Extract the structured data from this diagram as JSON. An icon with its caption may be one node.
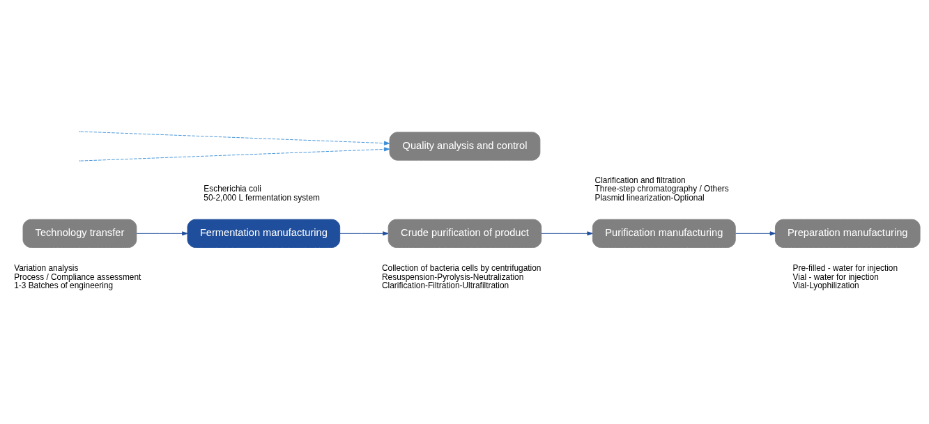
{
  "diagram": {
    "nodes": [
      {
        "text": [
          "Technology transfer"
        ],
        "beside": [
          "Variation analysis",
          "Process / Compliance assessment",
          "1-3 Batches of engineering"
        ]
      },
      {
        "text": [
          "Fermentation manufacturing"
        ],
        "beside": [
          "Escherichia coli",
          "50-2,000 L fermentation system"
        ]
      },
      {
        "text": [
          "Crude purification of product"
        ],
        "beside": [
          "Collection of bacteria cells by centrifugation",
          "Resuspension-Pyrolysis-Neutralization",
          "Clarification-Filtration-Ultrafiltration"
        ]
      },
      {
        "text": [
          "Purification manufacturing"
        ],
        "beside": [
          "Clarification and filtration",
          "Three-step chromatography / Others",
          "Plasmid linearization-Optional"
        ]
      },
      {
        "text": [
          "Preparation manufacturing"
        ],
        "beside": [
          "Pre-filled - water for injection",
          "Vial - water for injection",
          "Vial-Lyophilization"
        ]
      },
      {
        "text": [
          "Quality analysis and control"
        ]
      }
    ],
    "edges": [
      {
        "from": 0,
        "to": 1,
        "arrow": "to"
      },
      {
        "from": 1,
        "to": 2,
        "arrow": "to"
      },
      {
        "from": 2,
        "to": 3,
        "arrow": "to"
      },
      {
        "from": 3,
        "to": 4,
        "arrow": "to"
      },
      {
        "from": null,
        "to": 5,
        "arrow": "to",
        "style": "dashed",
        "color": "#3b8ed8"
      },
      {
        "from": null,
        "to": 5,
        "arrow": "to",
        "style": "dashed",
        "color": "#3b8ed8"
      }
    ]
  }
}
